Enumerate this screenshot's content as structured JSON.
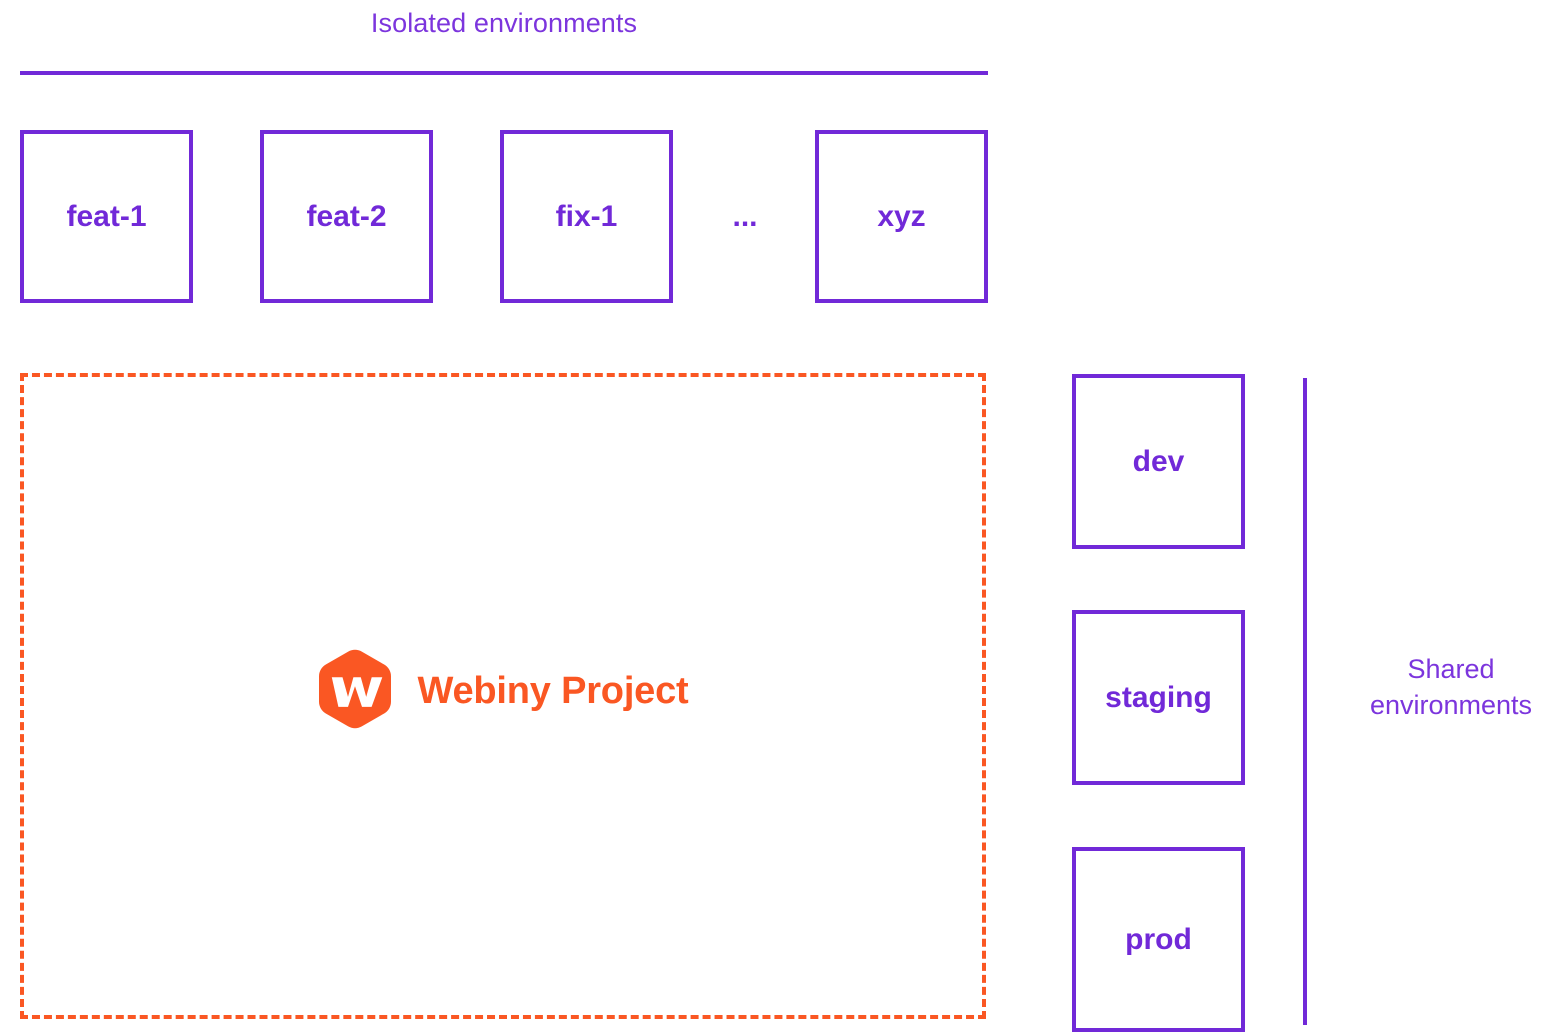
{
  "colors": {
    "purple": "#7129d8",
    "purple_text": "#7c35dd",
    "orange": "#fa5723",
    "background": "#ffffff"
  },
  "isolated": {
    "title": "Isolated environments",
    "boxes": [
      {
        "label": "feat-1",
        "name": "env-box-feat-1"
      },
      {
        "label": "feat-2",
        "name": "env-box-feat-2"
      },
      {
        "label": "fix-1",
        "name": "env-box-fix-1"
      },
      {
        "label": "xyz",
        "name": "env-box-xyz"
      }
    ],
    "ellipsis": "..."
  },
  "project": {
    "name": "Webiny Project",
    "logo_icon": "webiny-hexagon-w-logo",
    "border_style": "dashed"
  },
  "shared": {
    "title_line_1": "Shared",
    "title_line_2": "environments",
    "boxes": [
      {
        "label": "dev",
        "name": "env-box-dev"
      },
      {
        "label": "staging",
        "name": "env-box-staging"
      },
      {
        "label": "prod",
        "name": "env-box-prod"
      }
    ]
  }
}
